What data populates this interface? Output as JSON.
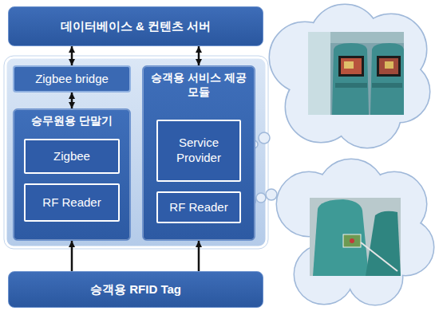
{
  "diagram": {
    "nodes": [
      {
        "text": [
          "데이터베이스 & 컨텐츠 서버"
        ]
      },
      {
        "text": [
          "Zigbee bridge"
        ]
      },
      {
        "text": [
          "승무원용 단말기"
        ]
      },
      {
        "text": [
          "Zigbee"
        ],
        "in": 2
      },
      {
        "text": [
          "RF Reader"
        ],
        "in": 2
      },
      {
        "text": [
          "승객용 서비스 제공 모듈"
        ]
      },
      {
        "text": [
          "Service Provider"
        ],
        "in": 5
      },
      {
        "text": [
          "RF Reader"
        ],
        "in": 5
      },
      {
        "text": [
          "승객용 RFID Tag"
        ]
      }
    ],
    "edges": [
      {
        "from": 0,
        "to": 1,
        "arrow": "both"
      },
      {
        "from": 0,
        "to": 5,
        "arrow": "both"
      },
      {
        "from": 1,
        "to": 2,
        "arrow": "both"
      },
      {
        "from": 8,
        "to": 2,
        "arrow": "to"
      },
      {
        "from": 8,
        "to": 5,
        "arrow": "to"
      }
    ]
  }
}
